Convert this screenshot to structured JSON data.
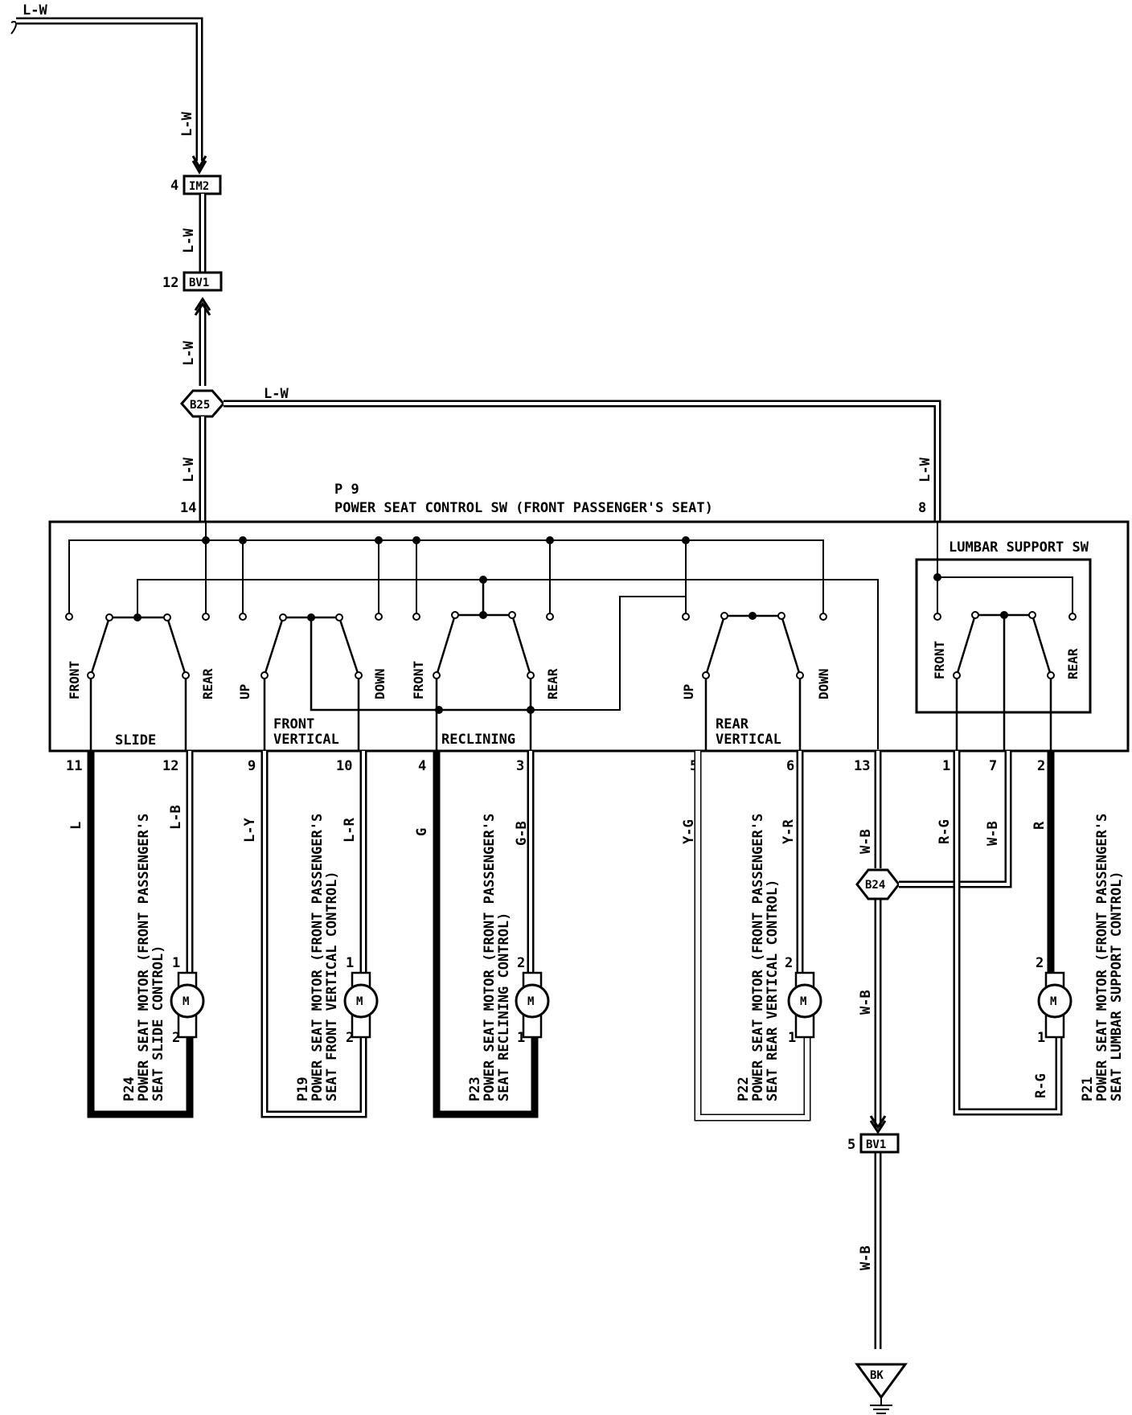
{
  "wire_colors": {
    "top_feed": "L-W",
    "feed_a": "L-W",
    "feed_b": "L-W",
    "feed_c": "L-W",
    "junction_to_lumbar": "L-W",
    "lumbar_feed": "L-W",
    "slide_left": "L",
    "slide_right": "L-B",
    "front_vertical_left": "L-Y",
    "front_vertical_right": "L-R",
    "reclining_left": "G",
    "reclining_right": "G-B",
    "rear_vertical_left": "Y-G",
    "rear_vertical_right": "Y-R",
    "ground_upper": "W-B",
    "ground_middle": "W-B",
    "ground_lower": "W-B",
    "lumbar_left": "R-G",
    "lumbar_mid": "W-B",
    "lumbar_right": "R",
    "lumbar_bottom": "R-G"
  },
  "connectors": {
    "im2": {
      "name": "IM2",
      "pin": "4"
    },
    "bv1_top": {
      "name": "BV1",
      "pin": "12"
    },
    "bv1_bottom": {
      "name": "BV1",
      "pin": "5"
    }
  },
  "junctions": {
    "b25": "B25",
    "b24": "B24"
  },
  "ground": {
    "label": "BK"
  },
  "switch_block": {
    "id": "P 9",
    "title": "POWER SEAT CONTROL SW (FRONT PASSENGER'S SEAT)",
    "pin_feed": "14",
    "pin_lumbar_feed": "8",
    "lumbar_title": "LUMBAR SUPPORT SW",
    "positions": {
      "slide_front": "FRONT",
      "slide_rear": "REAR",
      "fv_up": "UP",
      "fv_down": "DOWN",
      "recl_front": "FRONT",
      "recl_rear": "REAR",
      "rv_up": "UP",
      "rv_down": "DOWN",
      "lumbar_front": "FRONT",
      "lumbar_rear": "REAR"
    },
    "sections": {
      "slide": "SLIDE",
      "front_vertical_1": "FRONT",
      "front_vertical_2": "VERTICAL",
      "reclining": "RECLINING",
      "rear_vertical_1": "REAR",
      "rear_vertical_2": "VERTICAL"
    },
    "pins": [
      "11",
      "12",
      "9",
      "10",
      "4",
      "3",
      "5",
      "6",
      "13",
      "1",
      "7",
      "2"
    ]
  },
  "motors": [
    {
      "symbol": "M",
      "id": "P24",
      "line1": "POWER SEAT MOTOR (FRONT PASSENGER'S",
      "line2": "SEAT SLIDE CONTROL)",
      "pin_top": "1",
      "pin_bottom": "2"
    },
    {
      "symbol": "M",
      "id": "P19",
      "line1": "POWER SEAT MOTOR (FRONT PASSENGER'S",
      "line2": "SEAT FRONT VERTICAL CONTROL)",
      "pin_top": "1",
      "pin_bottom": "2"
    },
    {
      "symbol": "M",
      "id": "P23",
      "line1": "POWER SEAT MOTOR (FRONT PASSENGER'S",
      "line2": "SEAT RECLINING CONTROL)",
      "pin_top": "2",
      "pin_bottom": "1"
    },
    {
      "symbol": "M",
      "id": "P22",
      "line1": "POWER SEAT MOTOR (FRONT PASSENGER'S",
      "line2": "SEAT REAR VERTICAL CONTROL)",
      "pin_top": "2",
      "pin_bottom": "1"
    },
    {
      "symbol": "M",
      "id": "P21",
      "line1": "POWER SEAT MOTOR (FRONT PASSENGER'S",
      "line2": "SEAT LUMBAR SUPPORT CONTROL)",
      "pin_top": "2",
      "pin_bottom": "1"
    }
  ]
}
